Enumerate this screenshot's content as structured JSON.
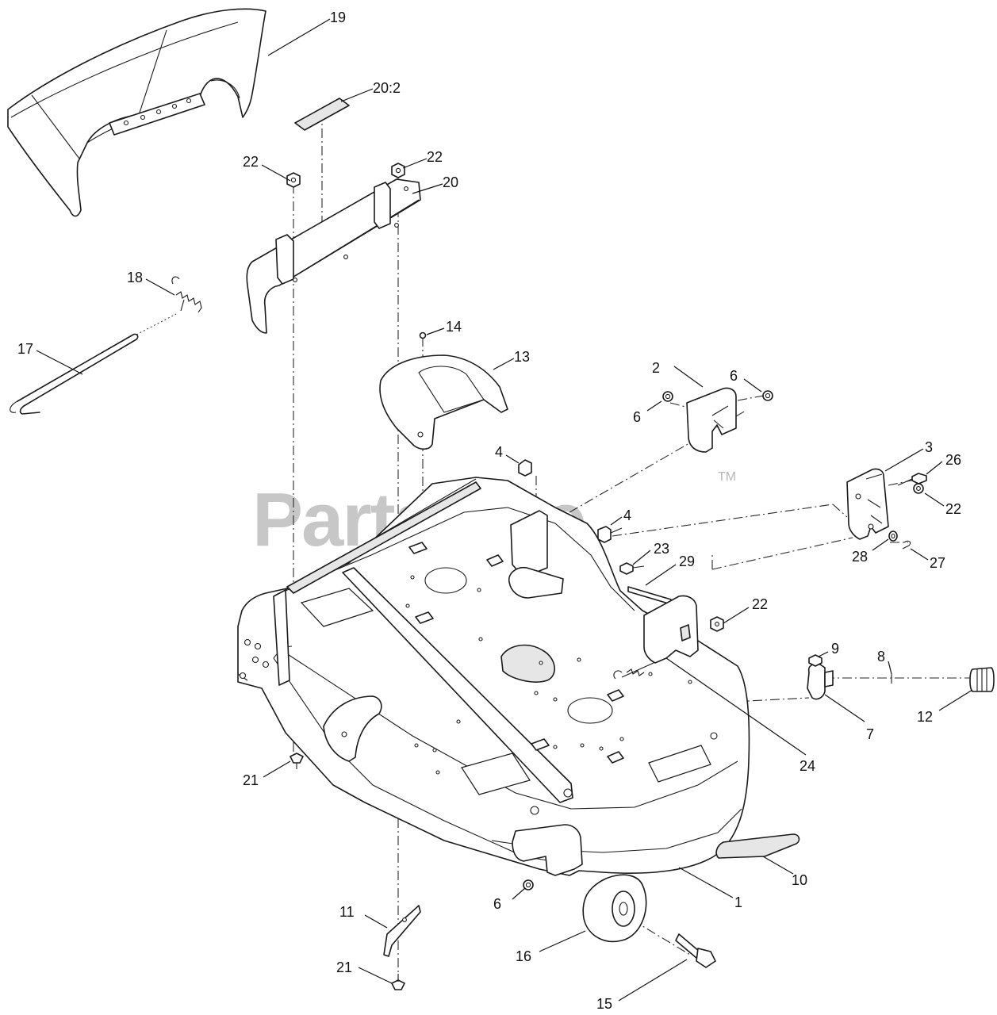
{
  "watermark": {
    "text": "PartsTree",
    "trademark": "TM"
  },
  "callouts": {
    "c1": "1",
    "c2": "2",
    "c3": "3",
    "c4a": "4",
    "c4b": "4",
    "c6a": "6",
    "c6b": "6",
    "c6c": "6",
    "c7": "7",
    "c8": "8",
    "c9": "9",
    "c10": "10",
    "c11": "11",
    "c12": "12",
    "c13": "13",
    "c14": "14",
    "c15": "15",
    "c16": "16",
    "c17": "17",
    "c18": "18",
    "c19": "19",
    "c20": "20",
    "c20_2": "20:2",
    "c21a": "21",
    "c21b": "21",
    "c22a": "22",
    "c22b": "22",
    "c22c": "22",
    "c22d": "22",
    "c23": "23",
    "c24": "24",
    "c26": "26",
    "c27": "27",
    "c28": "28",
    "c29": "29"
  }
}
